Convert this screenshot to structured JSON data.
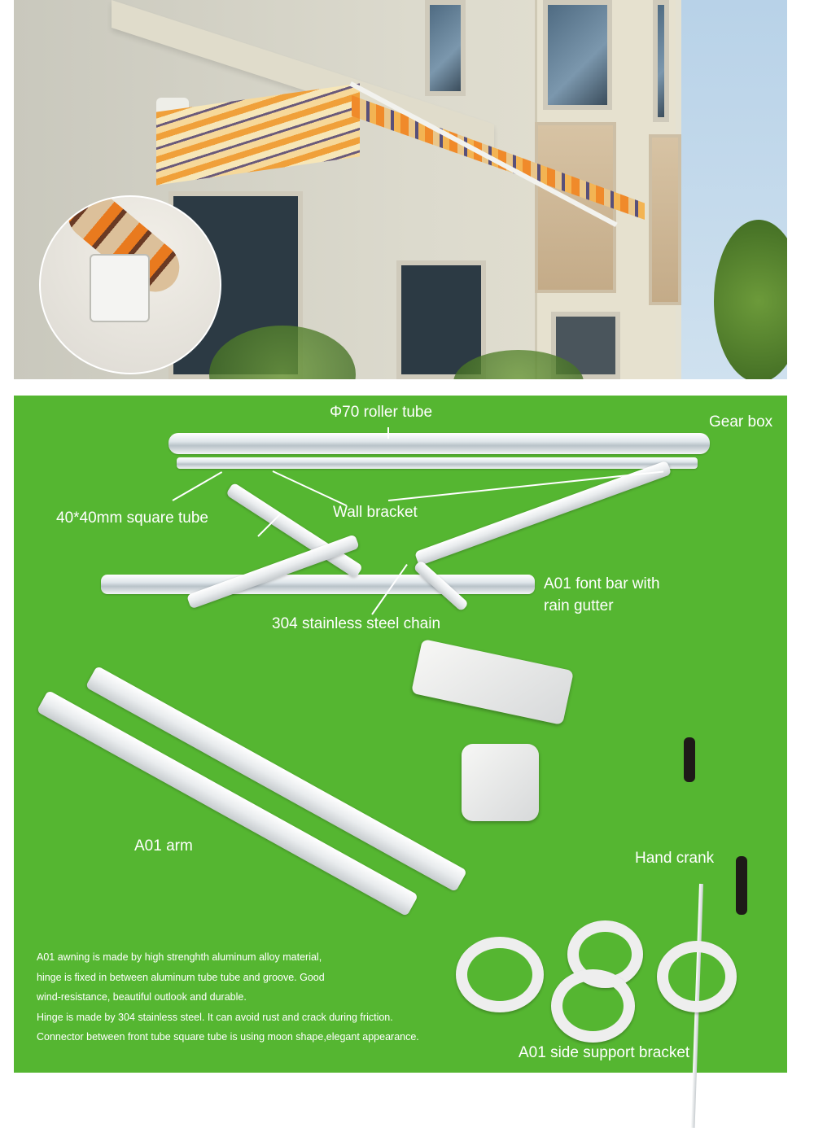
{
  "photo": {
    "subject": "retractable-awning-on-building",
    "awning_colors": [
      "#f08a2a",
      "#e9c68a",
      "#58507a",
      "#f3b453"
    ],
    "inset": "hinge-detail-closeup"
  },
  "diagram": {
    "background_color": "#55b631",
    "label_color": "#ffffff",
    "labels": {
      "roller_tube": "Φ70 roller tube",
      "gear_box": "Gear box",
      "square_tube": "40*40mm square tube",
      "wall_bracket": "Wall bracket",
      "front_bar_line1": "A01 font bar with",
      "front_bar_line2": "rain gutter",
      "chain": "304 stainless steel chain",
      "arm": "A01 arm",
      "hand_crank": "Hand crank",
      "side_support": "A01 side support bracket"
    },
    "description": [
      "A01 awning is made by high strenghth aluminum alloy material,",
      "hinge is fixed in between aluminum tube tube and groove. Good",
      "wind-resistance, beautiful outlook and durable.",
      "Hinge is made by 304 stainless steel. It can avoid rust and crack during friction.",
      "Connector between front tube square tube is using moon shape,elegant appearance."
    ]
  }
}
